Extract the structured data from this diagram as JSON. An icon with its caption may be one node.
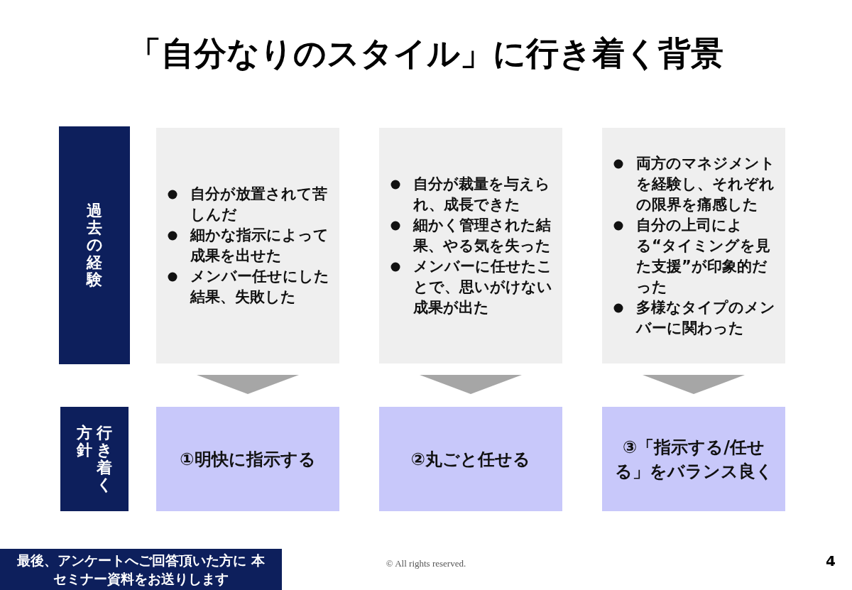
{
  "diagram": {
    "title": "「自分なりのスタイル」に行き着く背景",
    "nodes": [
      {
        "text": [
          "過去の経験"
        ]
      },
      {
        "text": [
          "自分が放置されて苦しんだ",
          "細かな指示によって成果を出せた",
          "メンバー任せにした結果、失敗した"
        ]
      },
      {
        "text": [
          "自分が裁量を与えられ、成長できた",
          "細かく管理された結果、やる気を失った",
          "メンバーに任せたことで、思いがけない成果が出た"
        ]
      },
      {
        "text": [
          "両方のマネジメントを経験し、それぞれの限界を痛感した",
          "自分の上司による“タイミングを見た支援”が印象的だった",
          "多様なタイプのメンバーに関わった"
        ]
      },
      {
        "text": [
          "行き着く方針"
        ]
      },
      {
        "text": [
          "①明快に指示する"
        ]
      },
      {
        "text": [
          "②丸ごと任せる"
        ]
      },
      {
        "text": [
          "③「指示する/任せる」をバランス良く"
        ]
      }
    ],
    "edges": [
      {
        "from": 1,
        "to": 5,
        "arrow": "to"
      },
      {
        "from": 2,
        "to": 6,
        "arrow": "to"
      },
      {
        "from": 3,
        "to": 7,
        "arrow": "to"
      }
    ],
    "labels": [
      "最後、アンケートへご回答頂いた方に 本セミナー資料をお送りします",
      "© All rights reserved.",
      "4"
    ]
  }
}
